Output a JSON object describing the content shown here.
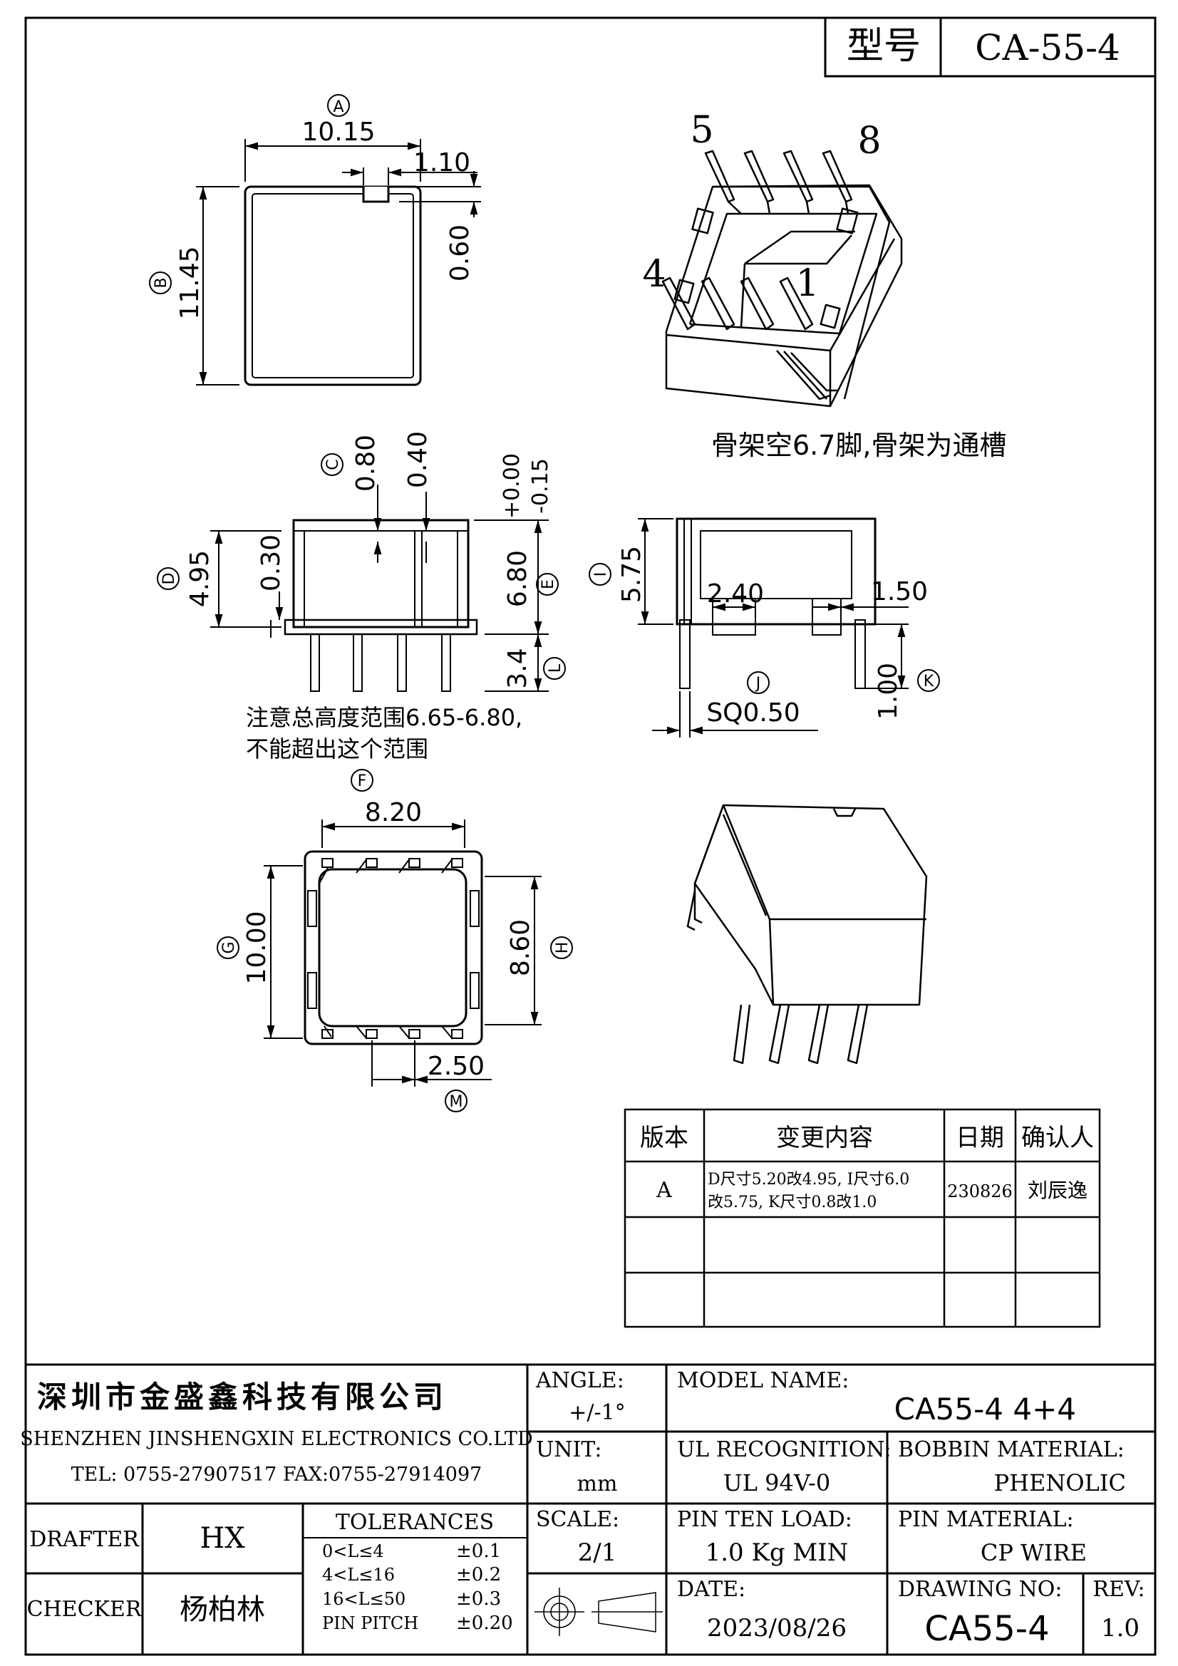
{
  "model_box": {
    "label": "型号",
    "value": "CA-55-4"
  },
  "top_view": {
    "marker": "A",
    "width": "10.15",
    "notch_w": "1.10",
    "notch_d": "0.60",
    "height_marker": "B",
    "height": "11.45"
  },
  "iso_view": {
    "pin5": "5",
    "pin8": "8",
    "pin4": "4",
    "pin1": "1",
    "note": "骨架空6.7脚,骨架为通槽"
  },
  "front_view": {
    "c_marker": "C",
    "c_val": "0.80",
    "d2": "0.40",
    "tol_plus": "+0.00",
    "tol_minus": "-0.15",
    "d_marker": "D",
    "d_val": "4.95",
    "d3": "0.30",
    "e_val": "6.80",
    "e_marker": "E",
    "l_val": "3.4",
    "l_marker": "L",
    "note_line1": "注意总高度范围6.65-6.80,",
    "note_line2": "不能超出这个范围"
  },
  "side_view": {
    "i_marker": "I",
    "i_val": "5.75",
    "w1": "2.40",
    "w2": "1.50",
    "k_val": "1.00",
    "k_marker": "K",
    "j_marker": "J",
    "sq": "SQ0.50"
  },
  "bottom_view": {
    "f_marker": "F",
    "f_val": "8.20",
    "g_marker": "G",
    "g_val": "10.00",
    "h_val": "8.60",
    "h_marker": "H",
    "m_val": "2.50",
    "m_marker": "M"
  },
  "revision_table": {
    "headers": [
      "版本",
      "变更内容",
      "日期",
      "确认人"
    ],
    "rows": [
      {
        "ver": "A",
        "change1": "D尺寸5.20改4.95, I尺寸6.0",
        "change2": "改5.75, K尺寸0.8改1.0",
        "date": "230826",
        "by": "刘辰逸"
      }
    ]
  },
  "title_block": {
    "company_cn": "深圳市金盛鑫科技有限公司",
    "company_en": "SHENZHEN JINSHENGXIN ELECTRONICS CO.LTD",
    "tel_fax": "TEL: 0755-27907517   FAX:0755-27914097",
    "angle_label": "ANGLE:",
    "angle_value": "+/-1°",
    "model_name_label": "MODEL NAME:",
    "model_name_value": "CA55-4  4+4",
    "unit_label": "UNIT:",
    "unit_value": "mm",
    "ul_label": "UL RECOGNITION:",
    "ul_value": "UL 94V-0",
    "bobbin_label": "BOBBIN MATERIAL:",
    "bobbin_value": "PHENOLIC",
    "drafter_label": "DRAFTER",
    "drafter_value": "HX",
    "tolerances_label": "TOLERANCES",
    "tolerances": [
      {
        "range": "0<L≤4",
        "tol": "±0.1"
      },
      {
        "range": "4<L≤16",
        "tol": "±0.2"
      },
      {
        "range": "16<L≤50",
        "tol": "±0.3"
      },
      {
        "range": "PIN PITCH",
        "tol": "±0.20"
      }
    ],
    "scale_label": "SCALE:",
    "scale_value": "2/1",
    "pin_load_label": "PIN TEN LOAD:",
    "pin_load_value": "1.0 Kg MIN",
    "pin_material_label": "PIN MATERIAL:",
    "pin_material_value": "CP WIRE",
    "checker_label": "CHECKER",
    "checker_value": "杨柏林",
    "date_label": "DATE:",
    "date_value": "2023/08/26",
    "drawing_no_label": "DRAWING NO:",
    "drawing_no_value": "CA55-4",
    "rev_label": "REV:",
    "rev_value": "1.0"
  }
}
